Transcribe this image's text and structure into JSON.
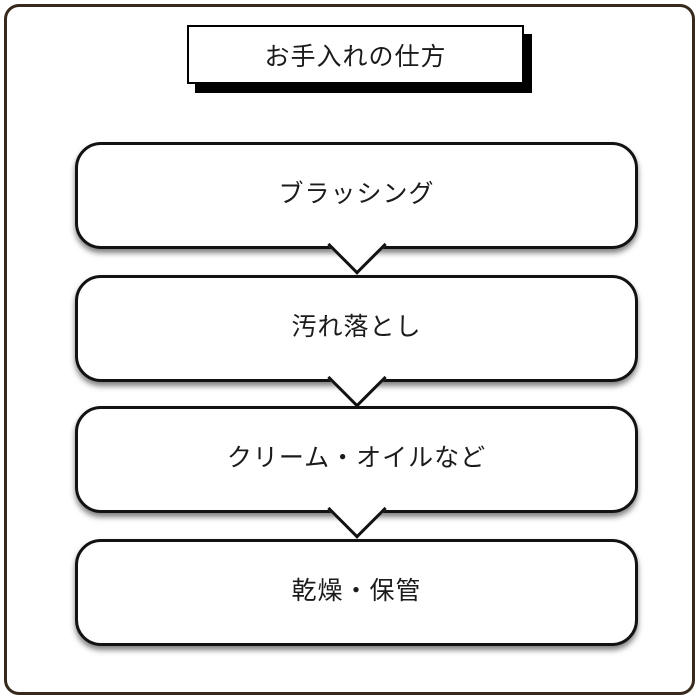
{
  "title": {
    "text": "お手入れの仕方"
  },
  "flow": {
    "steps": [
      {
        "label": "ブラッシング"
      },
      {
        "label": "汚れ落とし"
      },
      {
        "label": "クリーム・オイルなど"
      },
      {
        "label": "乾燥・保管"
      }
    ]
  },
  "colors": {
    "background": "#ffffff",
    "frame_border": "#37291b",
    "box_border": "#121212",
    "title_shadow": "#000000",
    "text": "#1b1b1b"
  }
}
